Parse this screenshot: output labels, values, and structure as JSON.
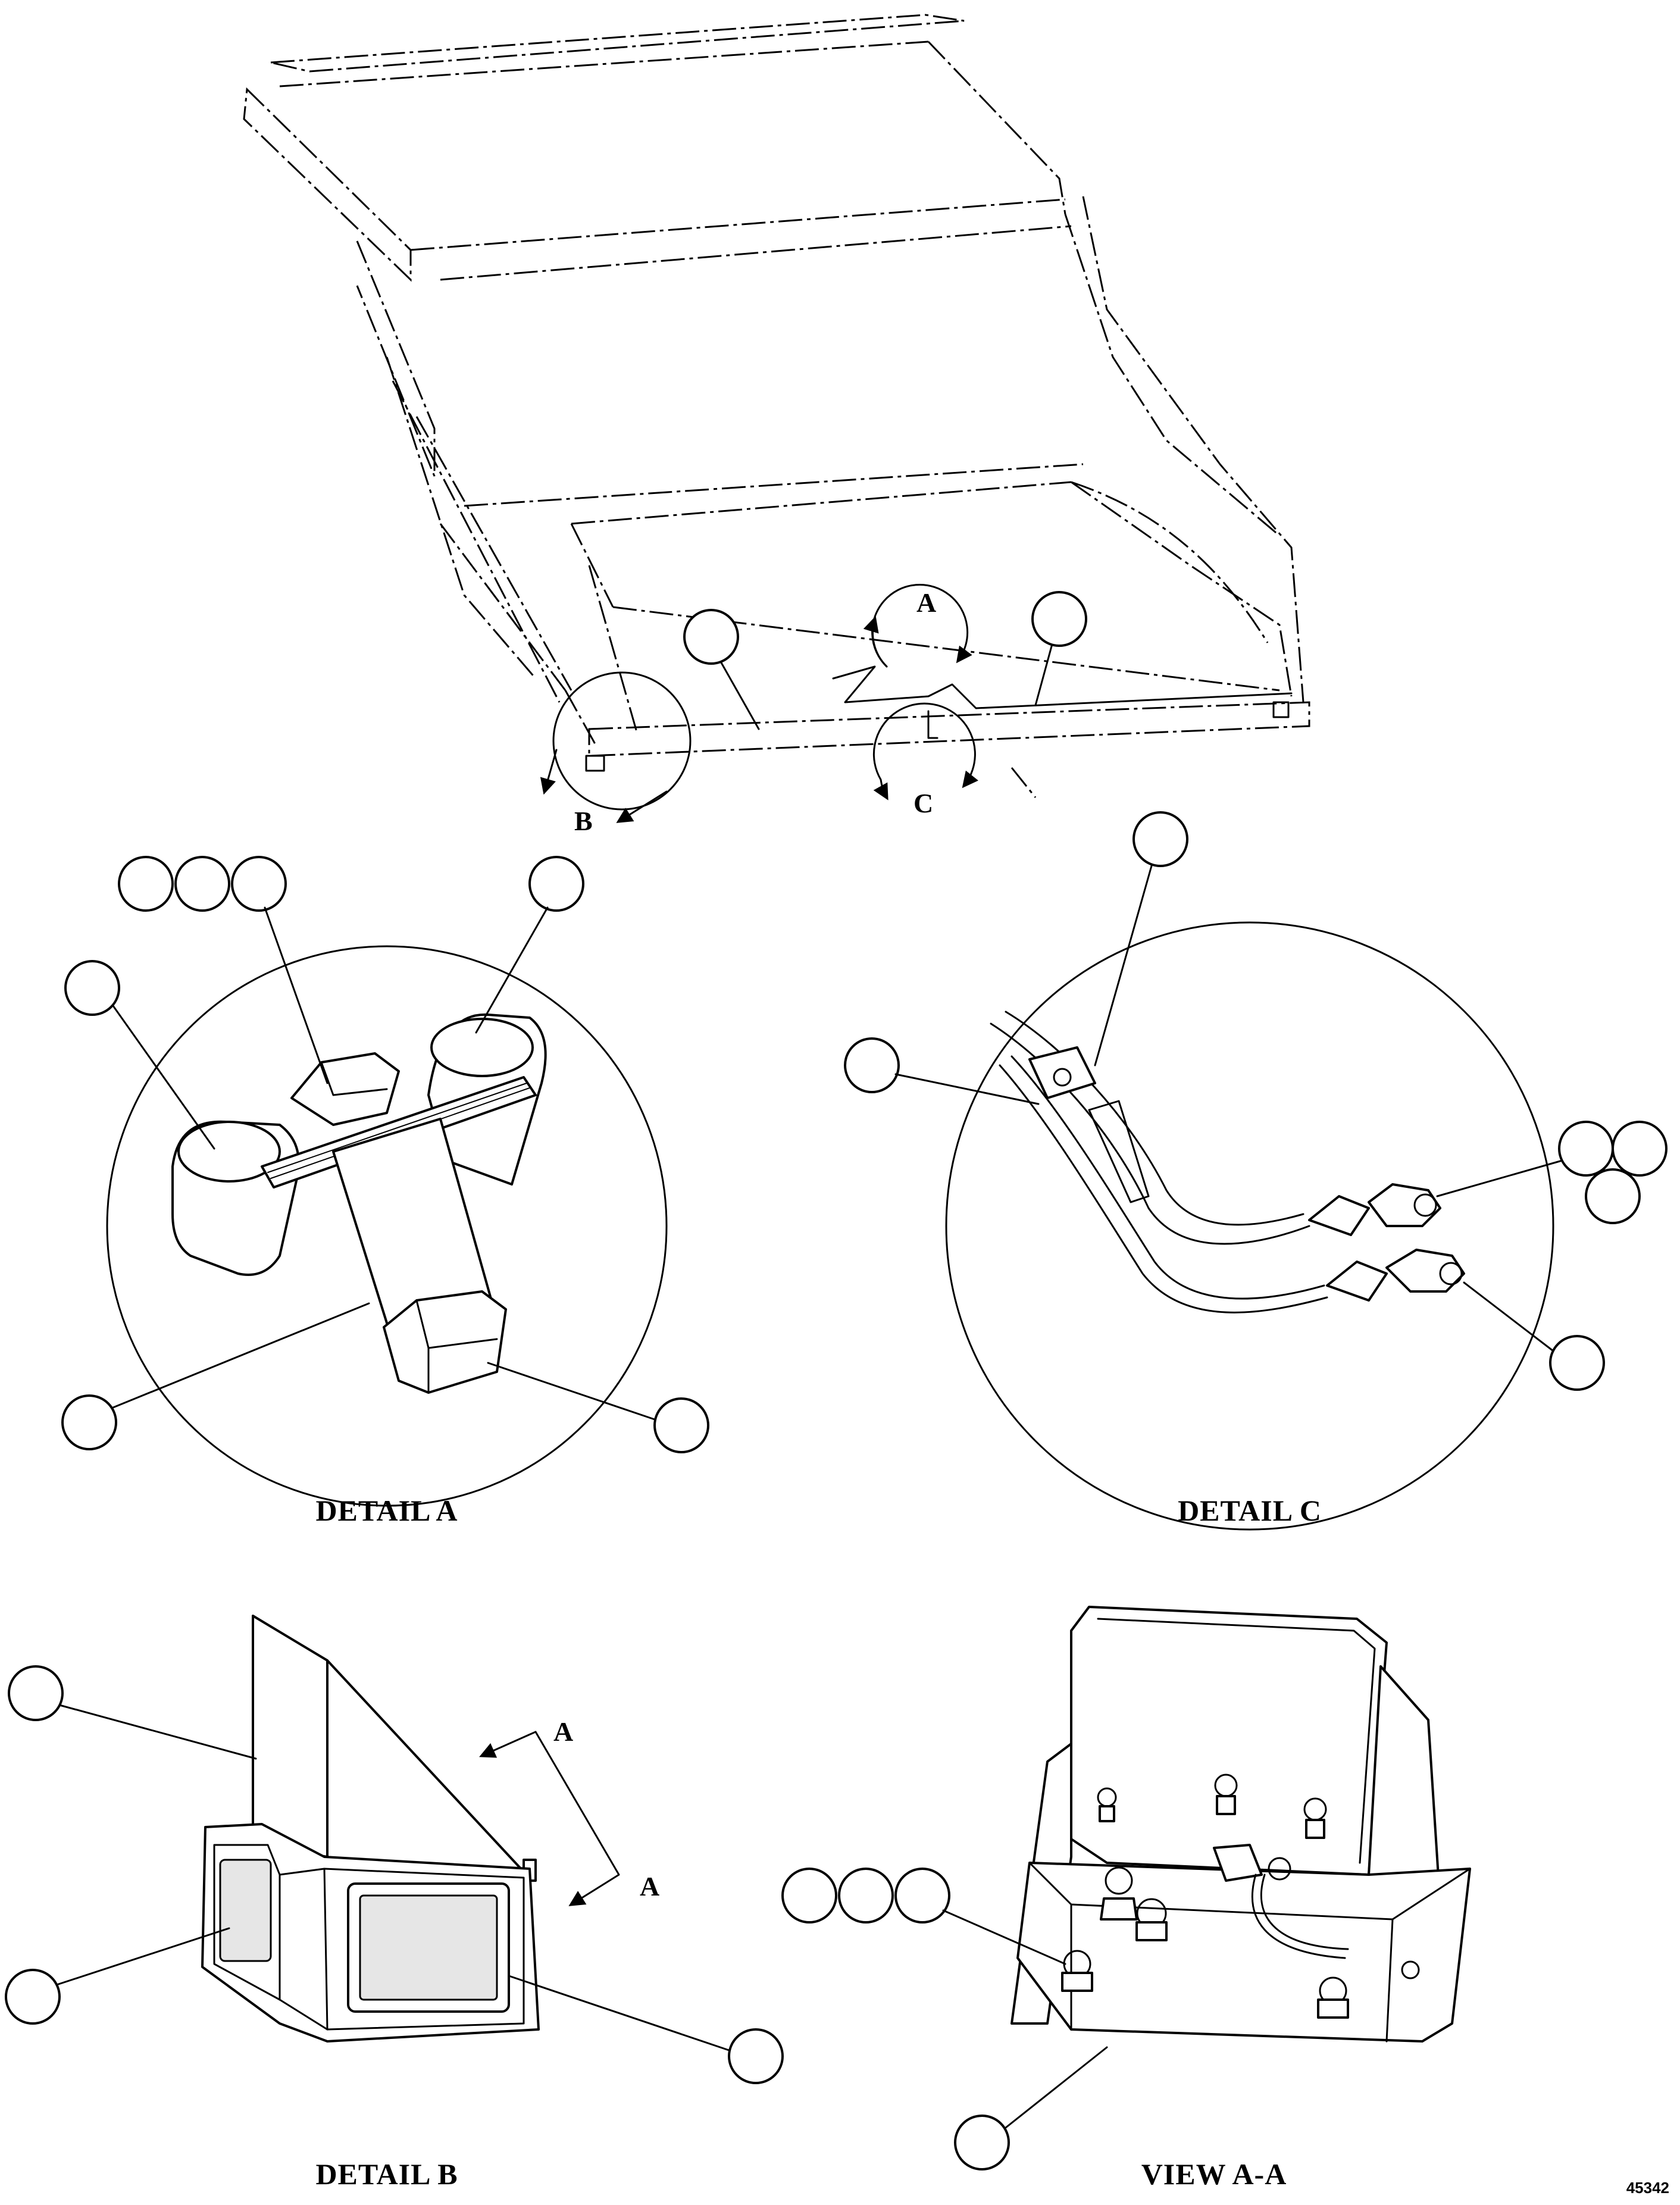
{
  "view_labels": {
    "detail_a_marker": "A",
    "detail_b_marker": "B",
    "detail_c_marker": "C",
    "section_a_top": "A",
    "section_a_bottom": "A"
  },
  "captions": {
    "detail_a": "DETAIL A",
    "detail_b": "DETAIL B",
    "detail_c": "DETAIL C",
    "view_aa": "VIEW A-A"
  },
  "figure_number": "45342"
}
